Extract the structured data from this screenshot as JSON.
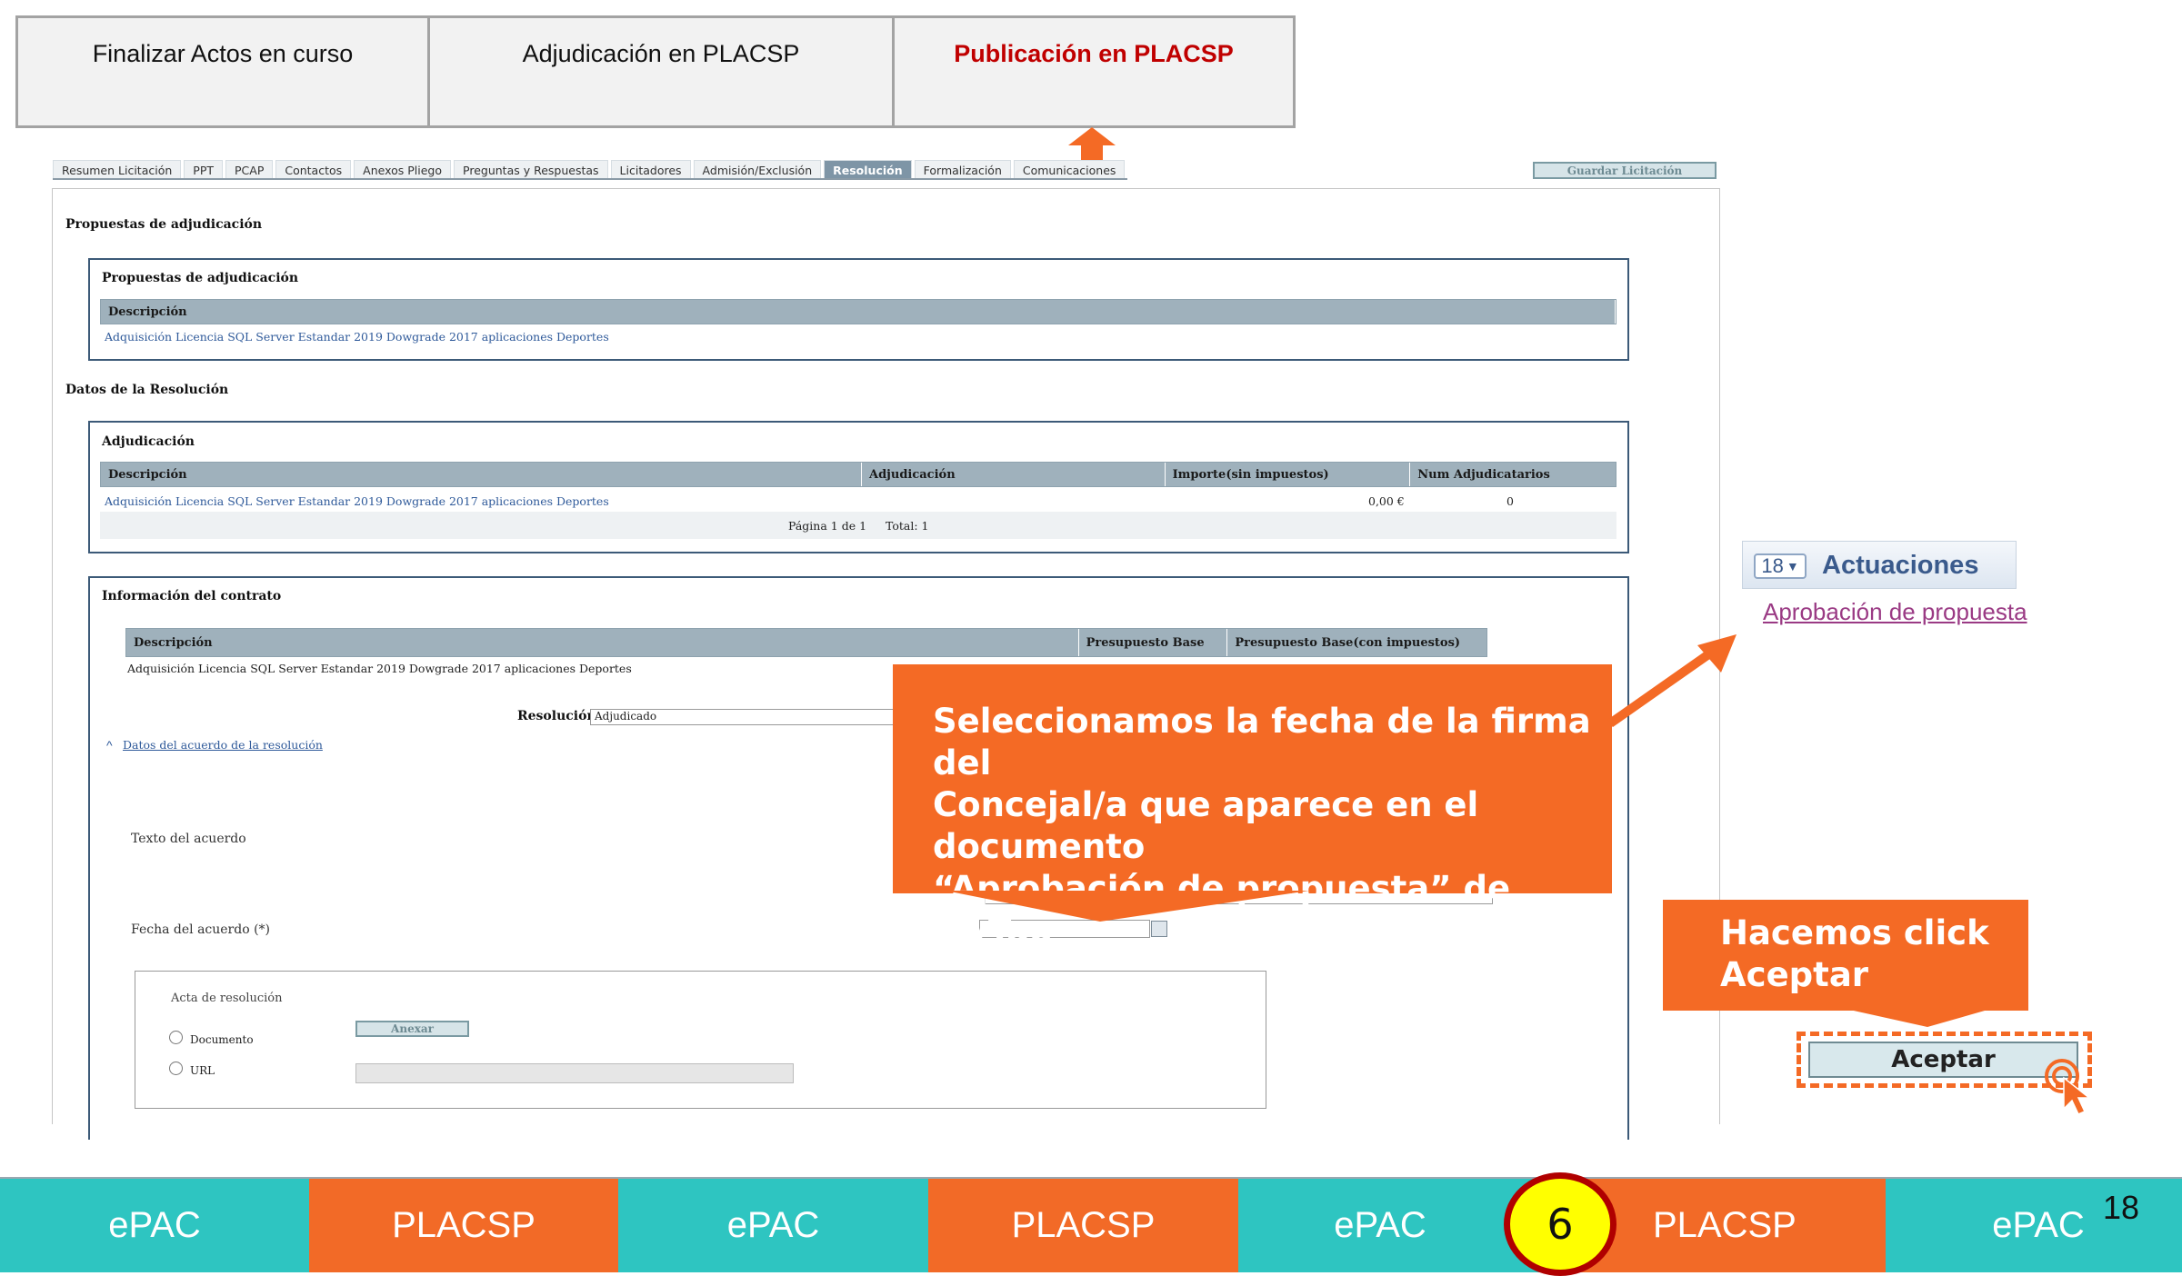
{
  "steps": [
    {
      "label": "Finalizar Actos en curso"
    },
    {
      "label": "Adjudicación en PLACSP"
    },
    {
      "label": "Publicación en PLACSP"
    }
  ],
  "tabs": [
    {
      "label": "Resumen Licitación"
    },
    {
      "label": "PPT"
    },
    {
      "label": "PCAP"
    },
    {
      "label": "Contactos"
    },
    {
      "label": "Anexos Pliego"
    },
    {
      "label": "Preguntas y Respuestas"
    },
    {
      "label": "Licitadores"
    },
    {
      "label": "Admisión/Exclusión"
    },
    {
      "label": "Resolución"
    },
    {
      "label": "Formalización"
    },
    {
      "label": "Comunicaciones"
    }
  ],
  "save_button": "Guardar Licitación",
  "section_proposals": {
    "title": "Propuestas de adjudicación",
    "box_title": "Propuestas de adjudicación",
    "col_desc": "Descripción",
    "row": "Adquisición Licencia SQL Server Estandar 2019 Dowgrade 2017 aplicaciones Deportes"
  },
  "section_resolution": {
    "title": "Datos de la Resolución",
    "box_title": "Adjudicación",
    "cols": [
      "Descripción",
      "Adjudicación",
      "Importe(sin impuestos)",
      "Num Adjudicatarios"
    ],
    "row": {
      "desc": "Adquisición Licencia SQL Server Estandar 2019 Dowgrade 2017 aplicaciones Deportes",
      "importe": "0,00 €",
      "num": "0"
    },
    "pagination": "Página 1 de 1",
    "total": "Total: 1"
  },
  "section_contract": {
    "title": "Información del contrato",
    "cols": [
      "Descripción",
      "Presupuesto Base",
      "Presupuesto Base(con impuestos)"
    ],
    "row": "Adquisición Licencia SQL Server Estandar 2019 Dowgrade 2017 aplicaciones Deportes",
    "resolucion_label": "Resolución",
    "resolucion_value": "Adjudicado",
    "toggle_link": "Datos del acuerdo de la resolución",
    "texto_label": "Texto del acuerdo",
    "fecha_label": "Fecha del acuerdo (*)",
    "acta_title": "Acta de resolución",
    "radio_documento": "Documento",
    "radio_url": "URL",
    "anexar": "Anexar"
  },
  "mytao": {
    "count": "18",
    "title": "Actuaciones",
    "link": "Aprobación de propuesta"
  },
  "callout_main": {
    "lines": [
      "Seleccionamos la fecha de la firma del",
      "Concejal/a que aparece en el documento",
      "“Aprobación de propuesta” de MyTao"
    ]
  },
  "callout_click": {
    "lines": [
      "Hacemos click",
      "Aceptar"
    ]
  },
  "accept_button": "Aceptar",
  "bottom_bar": [
    {
      "label": "ePAC"
    },
    {
      "label": "PLACSP"
    },
    {
      "label": "ePAC"
    },
    {
      "label": "PLACSP"
    },
    {
      "label": "ePAC"
    },
    {
      "label": "PLACSP"
    },
    {
      "label": "ePAC"
    }
  ],
  "step_badge": "6",
  "page_number": "18",
  "colors": {
    "orange": "#f46a25",
    "teal": "#2ec5c1",
    "active_step": "#c00000",
    "badge_fill": "#ffff00",
    "badge_ring": "#b00000"
  }
}
